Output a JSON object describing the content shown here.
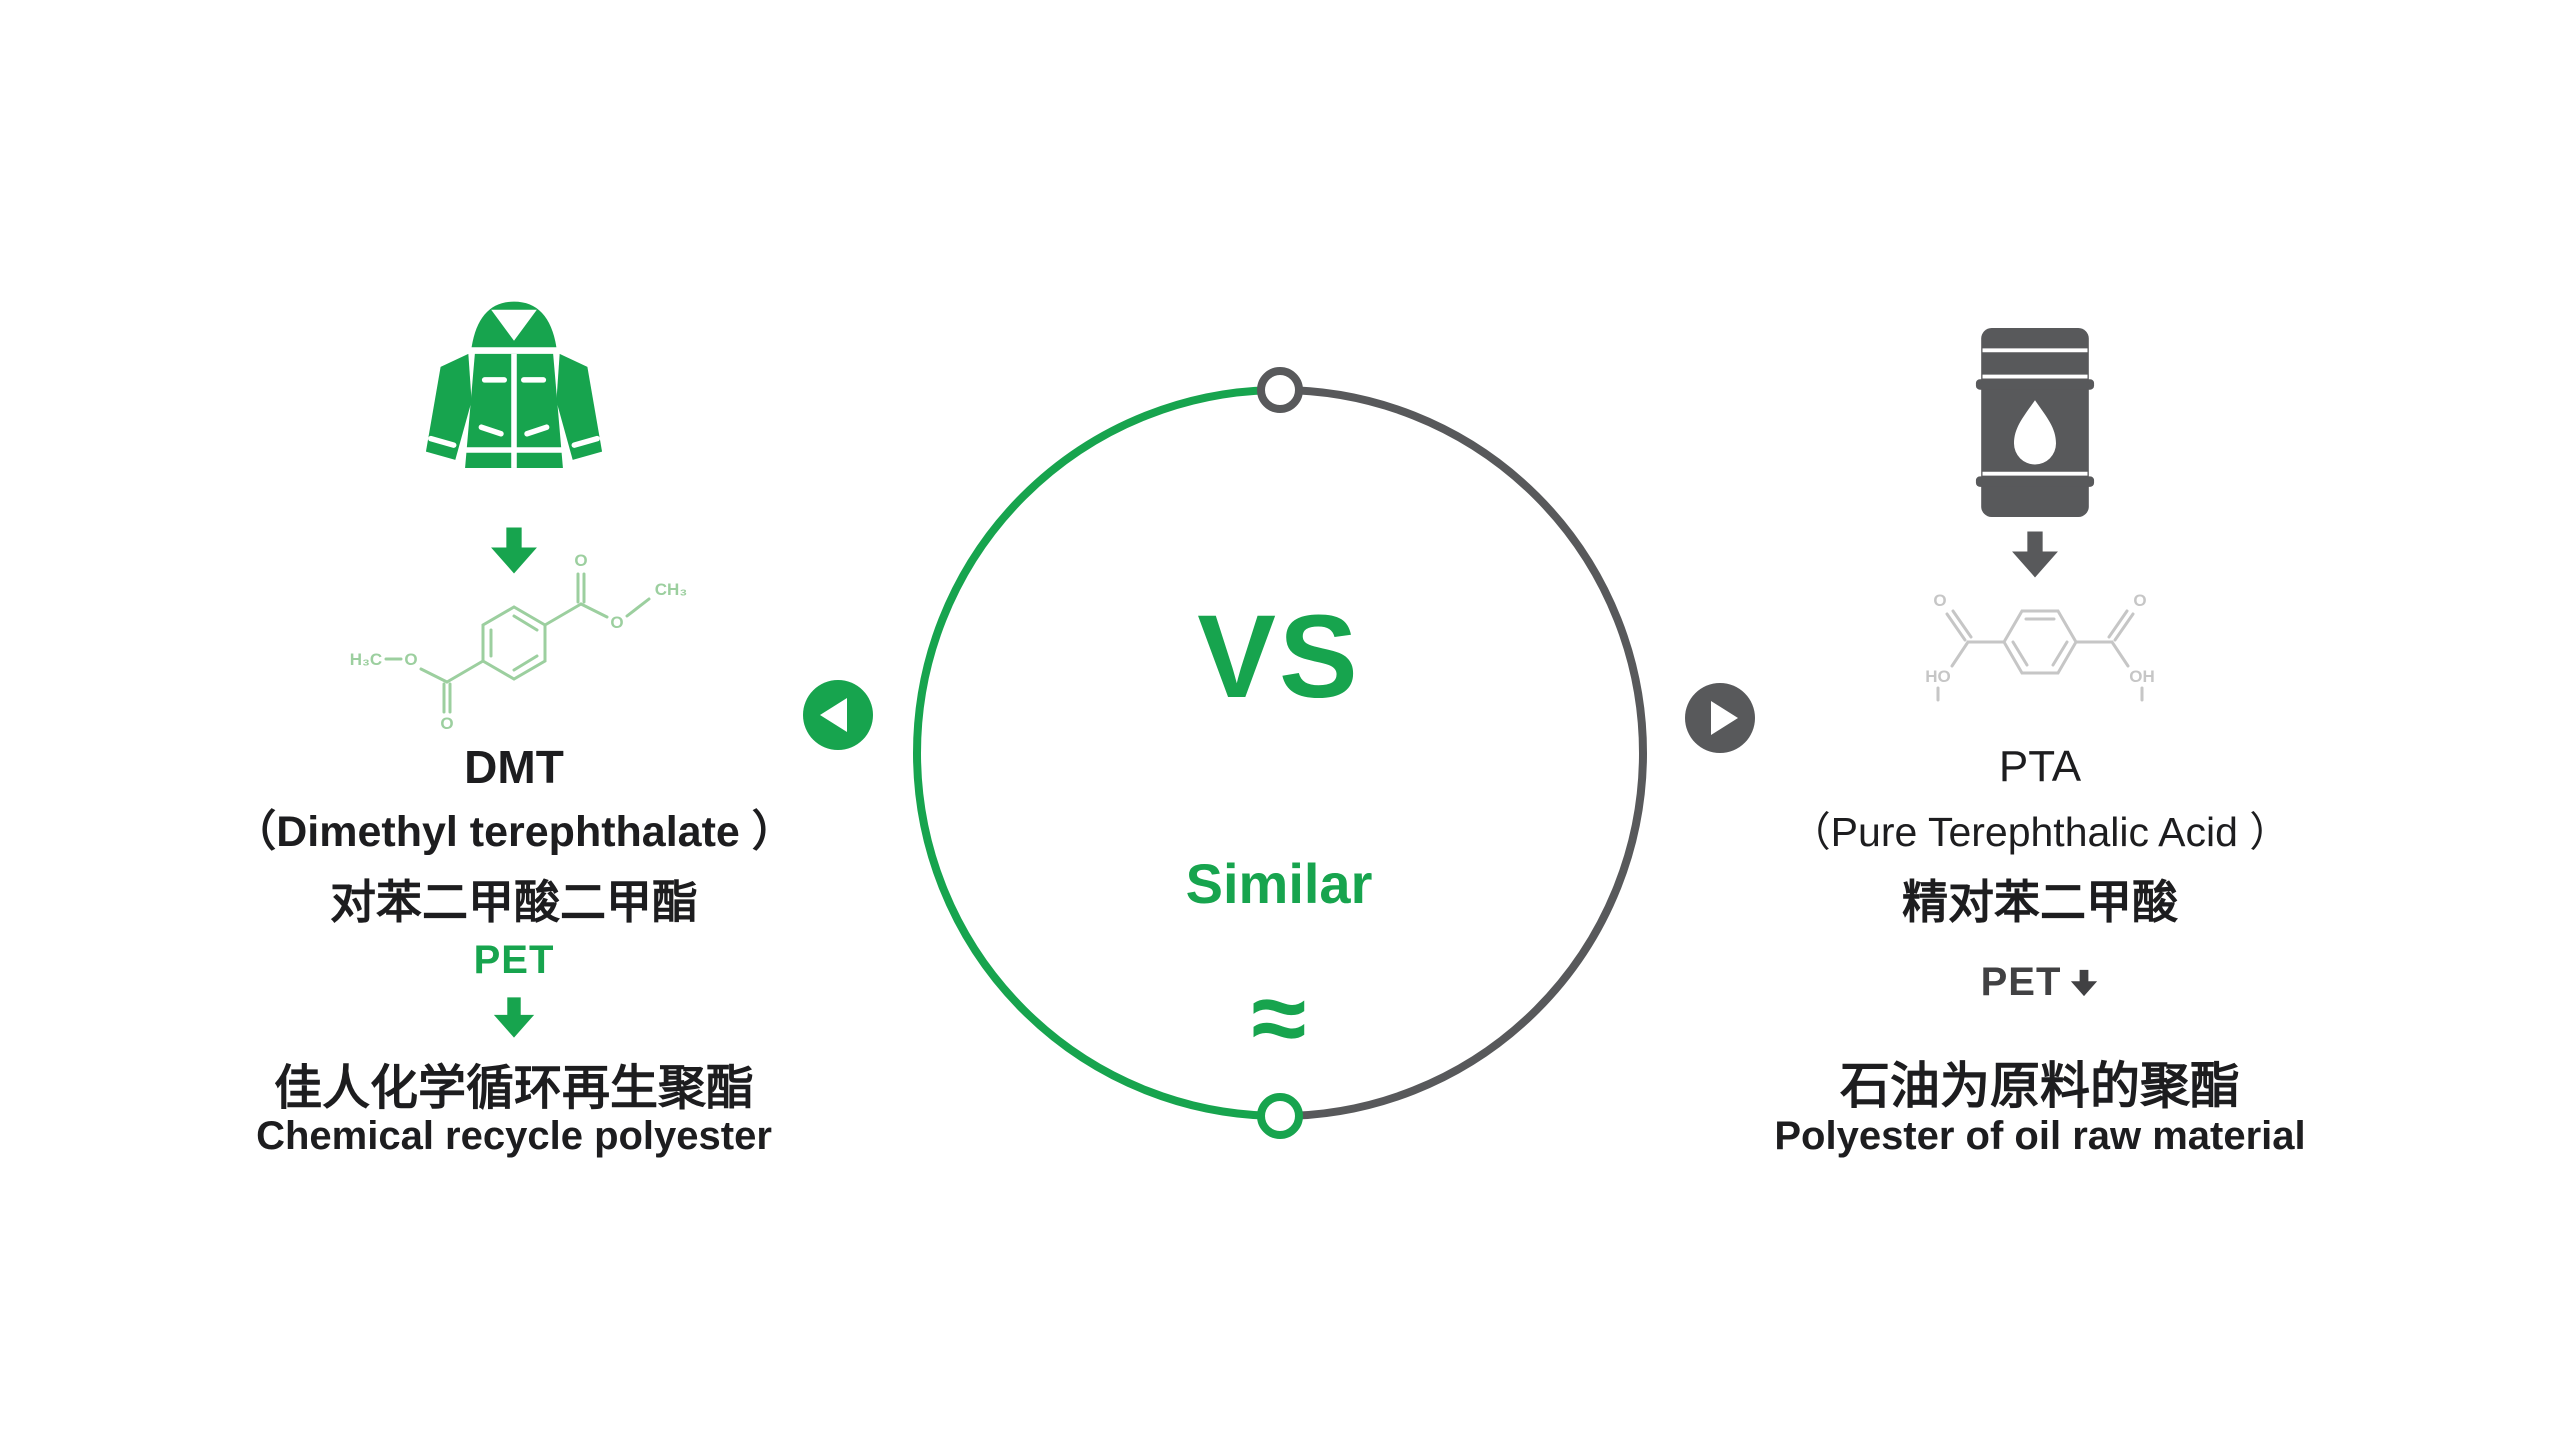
{
  "colors": {
    "green": "#17A44E",
    "light_green_molecule": "#9CCF9F",
    "dark_gray": "#58595B",
    "light_gray_molecule": "#C6C6C6",
    "text": "#1D1D1F"
  },
  "left_panel": {
    "abbr": "DMT",
    "full_name": "（Dimethyl terephthalate ）",
    "cn_name": "对苯二甲酸二甲酯",
    "pet_label": "PET",
    "result_cn": "佳人化学循环再生聚酯",
    "result_en": "Chemical recycle polyester",
    "molecule": {
      "h3c": "H₃C",
      "o_left_single": "O",
      "o_left_double": "O",
      "o_right_double": "O",
      "o_right_single": "O",
      "ch3": "CH₃"
    }
  },
  "center": {
    "vs": "VS",
    "similar": "Similar",
    "approx": "≈"
  },
  "right_panel": {
    "abbr": "PTA",
    "full_name": "（Pure Terephthalic Acid ）",
    "cn_name": "精对苯二甲酸",
    "pet_label": "PET",
    "result_cn": "石油为原料的聚酯",
    "result_en": "Polyester of oil  raw material",
    "molecule": {
      "o_left": "O",
      "ho": "HO",
      "o_right": "O",
      "oh": "OH"
    }
  }
}
